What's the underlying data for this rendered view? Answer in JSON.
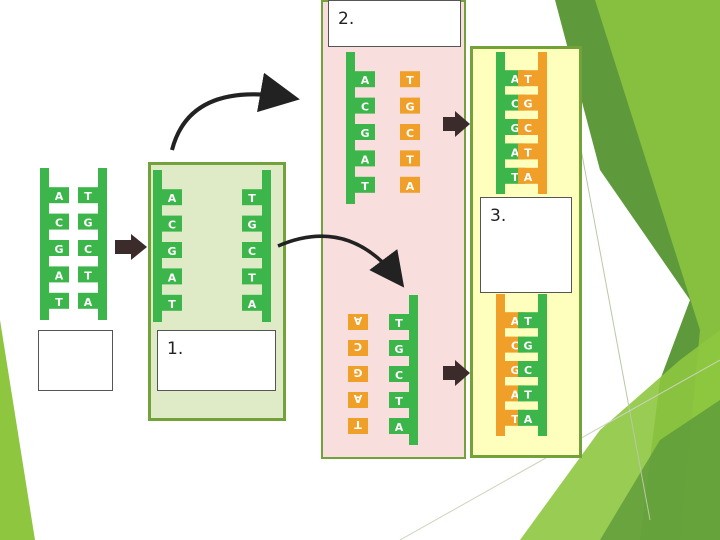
{
  "colors": {
    "panel1_fill": "#deebc6",
    "panel1_border": "#73a23b",
    "panel2_fill": "#f8dedd",
    "panel2_border": "#73a23b",
    "panel3_fill": "#ffffbd",
    "panel3_border": "#73a23b",
    "strand_green": "#3cb64a",
    "strand_orange": "#f0a029",
    "arrow_dark": "#3b2b2b",
    "arrow_curve": "#222222",
    "decor_green_dark": "#5e9a3b",
    "decor_green_light": "#8ec63f"
  },
  "labels": {
    "blank": "",
    "step1": "1.",
    "step2": "2.",
    "step3": "3."
  },
  "dna": {
    "pairs": [
      {
        "left": "A",
        "right": "T"
      },
      {
        "left": "C",
        "right": "G"
      },
      {
        "left": "G",
        "right": "C"
      },
      {
        "left": "A",
        "right": "T"
      },
      {
        "left": "T",
        "right": "A"
      }
    ]
  }
}
